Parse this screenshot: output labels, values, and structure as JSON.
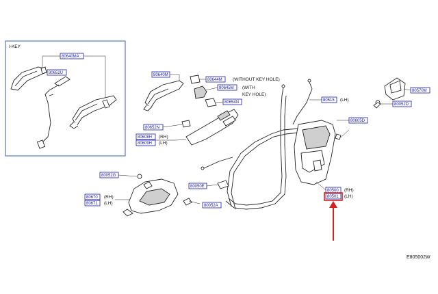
{
  "ikey_label": "I-KEY",
  "figure_code": "E805002W",
  "notes": {
    "without_key_hole": "(WITHOUT  KEY  HOLE)",
    "with": "(WITH",
    "key_hole": "KEY  HOLE)"
  },
  "parts": {
    "ikey_handle_outer": "80640MA",
    "ikey_handle_sub": "80652U",
    "handle_outer": "80640M",
    "without_key_hole_cap": "80644M",
    "with_key_hole_cap": "80645M",
    "handle_bracket": "80654N",
    "gasket": "80652N",
    "bracket_rh": "80608H",
    "bracket_lh": "80609H",
    "rod": "80515",
    "clip_top": "80605D",
    "striker": "80570M",
    "striker_bolt": "80052D",
    "screw_inner": "80052G",
    "inner_handle_rh": "80670",
    "inner_handle_lh": "80671",
    "inner_cable": "80050E",
    "bolt_inner": "80052A",
    "lock_rh": "80500",
    "lock_lh": "80501"
  },
  "side": {
    "rh": "(RH)",
    "lh": "(LH)"
  },
  "highlight_color": "#d42020",
  "tag_color": "#1a1aa8"
}
